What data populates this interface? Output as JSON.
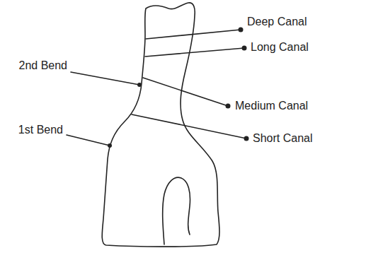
{
  "diagram": {
    "labels": [
      "Deep Canal",
      "Long Canal",
      "2nd Bend",
      "Medium Canal",
      "1st Bend",
      "Short Canal"
    ]
  }
}
